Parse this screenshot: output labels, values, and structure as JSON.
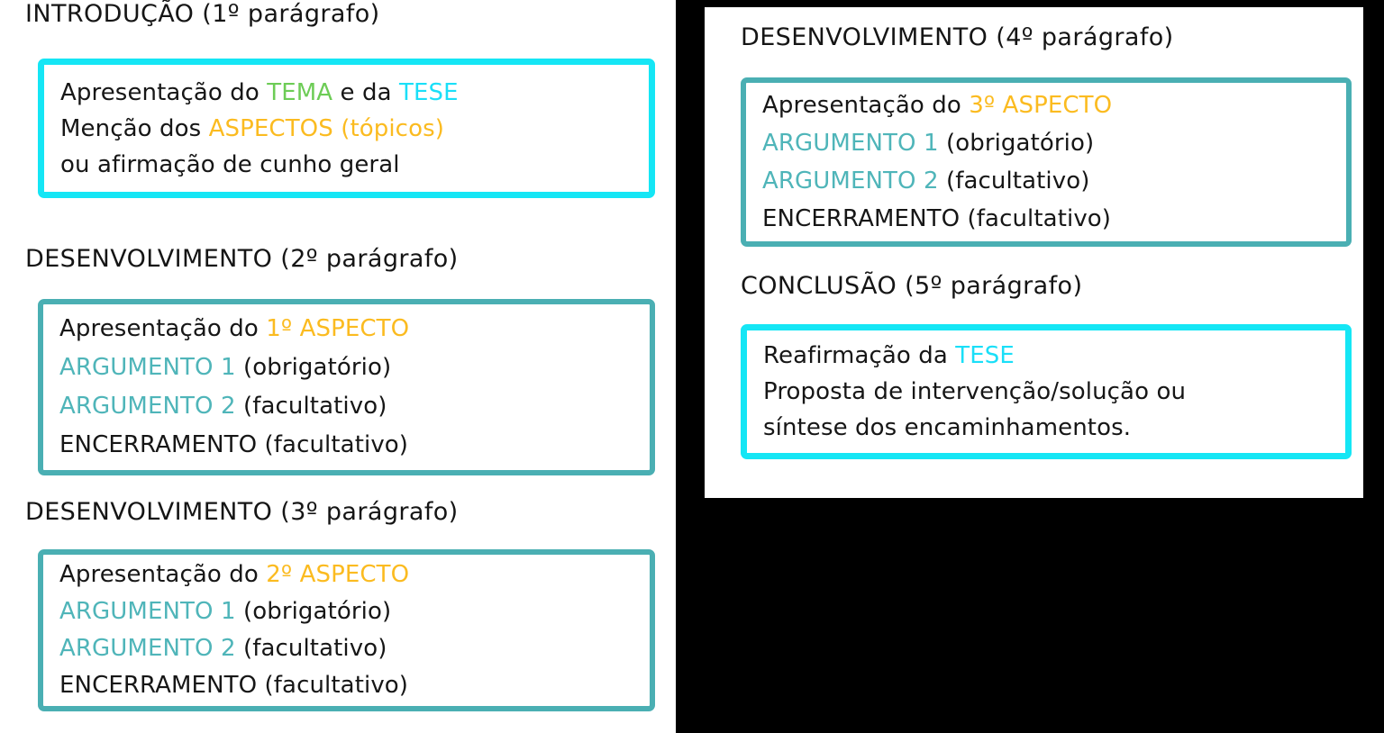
{
  "colors": {
    "cyan": "#15E6F5",
    "teal": "#4AAFB3",
    "orange": "#FBBB20",
    "green": "#6DCC56",
    "text": "#161616",
    "panel_background": "#FFFFFF",
    "page_background": "#000000"
  },
  "left_panel": {
    "sections": [
      {
        "title": "INTRODUÇÃO (1º parágrafo)",
        "border": "cyan",
        "lines": [
          {
            "parts": [
              {
                "text": "Apresentação do ",
                "color": "text"
              },
              {
                "text": "TEMA",
                "color": "green"
              },
              {
                "text": " e da ",
                "color": "text"
              },
              {
                "text": "TESE",
                "color": "cyan"
              }
            ]
          },
          {
            "parts": [
              {
                "text": "Menção dos ",
                "color": "text"
              },
              {
                "text": "ASPECTOS (tópicos)",
                "color": "orange"
              }
            ]
          },
          {
            "parts": [
              {
                "text": "ou afirmação de cunho geral",
                "color": "text"
              }
            ]
          }
        ]
      },
      {
        "title": "DESENVOLVIMENTO (2º parágrafo)",
        "border": "teal",
        "lines": [
          {
            "parts": [
              {
                "text": "Apresentação do ",
                "color": "text"
              },
              {
                "text": "1º ASPECTO",
                "color": "orange"
              }
            ]
          },
          {
            "parts": [
              {
                "text": "ARGUMENTO 1",
                "color": "argumento"
              },
              {
                "text": " (obrigatório)",
                "color": "text"
              }
            ]
          },
          {
            "parts": [
              {
                "text": "ARGUMENTO 2",
                "color": "argumento"
              },
              {
                "text": " (facultativo)",
                "color": "text"
              }
            ]
          },
          {
            "parts": [
              {
                "text": "ENCERRAMENTO (facultativo)",
                "color": "text"
              }
            ]
          }
        ]
      },
      {
        "title": "DESENVOLVIMENTO (3º parágrafo)",
        "border": "teal",
        "lines": [
          {
            "parts": [
              {
                "text": "Apresentação do ",
                "color": "text"
              },
              {
                "text": "2º ASPECTO",
                "color": "orange"
              }
            ]
          },
          {
            "parts": [
              {
                "text": "ARGUMENTO 1",
                "color": "argumento"
              },
              {
                "text": " (obrigatório)",
                "color": "text"
              }
            ]
          },
          {
            "parts": [
              {
                "text": "ARGUMENTO 2",
                "color": "argumento"
              },
              {
                "text": " (facultativo)",
                "color": "text"
              }
            ]
          },
          {
            "parts": [
              {
                "text": "ENCERRAMENTO (facultativo)",
                "color": "text"
              }
            ]
          }
        ]
      }
    ]
  },
  "right_panel": {
    "sections": [
      {
        "title": "DESENVOLVIMENTO (4º parágrafo)",
        "border": "teal",
        "lines": [
          {
            "parts": [
              {
                "text": "Apresentação do ",
                "color": "text"
              },
              {
                "text": "3º ASPECTO",
                "color": "orange"
              }
            ]
          },
          {
            "parts": [
              {
                "text": "ARGUMENTO 1",
                "color": "argumento"
              },
              {
                "text": " (obrigatório)",
                "color": "text"
              }
            ]
          },
          {
            "parts": [
              {
                "text": "ARGUMENTO 2",
                "color": "argumento"
              },
              {
                "text": " (facultativo)",
                "color": "text"
              }
            ]
          },
          {
            "parts": [
              {
                "text": "ENCERRAMENTO (facultativo)",
                "color": "text"
              }
            ]
          }
        ]
      },
      {
        "title": "CONCLUSÃO (5º parágrafo)",
        "border": "cyan",
        "lines": [
          {
            "parts": [
              {
                "text": "Reafirmação da ",
                "color": "text"
              },
              {
                "text": "TESE",
                "color": "cyan"
              }
            ]
          },
          {
            "parts": [
              {
                "text": "Proposta de intervenção/solução ou",
                "color": "text"
              }
            ]
          },
          {
            "parts": [
              {
                "text": "síntese dos encaminhamentos.",
                "color": "text"
              }
            ]
          }
        ]
      }
    ]
  }
}
